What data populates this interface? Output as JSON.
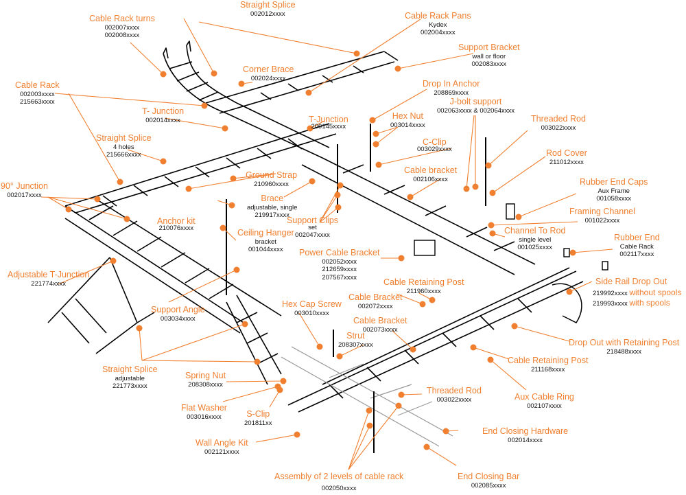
{
  "diagram": {
    "subject": "Cable rack system exploded isometric assembly",
    "accent_color": "#f07f2f",
    "text_color": "#111111",
    "line_color": "#000000"
  },
  "labels": {
    "cable_rack_turns": {
      "title": "Cable Rack turns",
      "lines": [
        "002007xxxx",
        "002008xxxx"
      ]
    },
    "straight_splice_top": {
      "title": "Straight Splice",
      "lines": [
        "002012xxxx"
      ]
    },
    "cable_rack_pans": {
      "title": "Cable Rack Pans",
      "lines": [
        "Kydex",
        "002004xxxx"
      ]
    },
    "support_bracket": {
      "title": "Support Bracket",
      "lines": [
        "wall or floor",
        "002083xxxx"
      ]
    },
    "cable_rack": {
      "title": "Cable Rack",
      "lines": [
        "002003xxxx",
        "215663xxxx"
      ]
    },
    "corner_brace": {
      "title": "Corner Brace",
      "lines": [
        "002024xxxx"
      ]
    },
    "drop_in_anchor": {
      "title": "Drop In Anchor",
      "lines": [
        "208869xxxx"
      ]
    },
    "t_junction_left": {
      "title": "T- Junction",
      "lines": [
        "002014xxxx"
      ]
    },
    "t_junction_mid": {
      "title": "T-Junction",
      "lines": [
        "209145xxxx"
      ]
    },
    "hex_nut": {
      "title": "Hex Nut",
      "lines": [
        "003014xxxx"
      ]
    },
    "j_bolt_support": {
      "title": "J-bolt support",
      "lines": [
        "002063xxxx & 002064xxxx"
      ]
    },
    "threaded_rod_top": {
      "title": "Threaded Rod",
      "lines": [
        "003022xxxx"
      ]
    },
    "straight_splice_4holes": {
      "title": "Straight Splice",
      "lines": [
        "4 holes",
        "215666xxxx"
      ]
    },
    "c_clip": {
      "title": "C-Clip",
      "lines": [
        "003029xxxx"
      ]
    },
    "rod_cover": {
      "title": "Rod Cover",
      "lines": [
        "211012xxxx"
      ]
    },
    "cable_bracket_top": {
      "title": "Cable bracket",
      "lines": [
        "002106xxxx"
      ]
    },
    "ground_strap": {
      "title": "Ground Strap",
      "lines": [
        "210960xxxx"
      ]
    },
    "junction_90": {
      "title": "90° Junction",
      "lines": [
        "002017xxxx"
      ]
    },
    "brace": {
      "title": "Brace",
      "lines": [
        "adjustable, single",
        "219917xxxx"
      ]
    },
    "rubber_end_caps": {
      "title": "Rubber End Caps",
      "lines": [
        "Aux Frame",
        "001058xxxx"
      ]
    },
    "framing_channel": {
      "title": "Framing Channel",
      "lines": [
        "001022xxxx"
      ]
    },
    "anchor_kit": {
      "title": "Anchor kit",
      "lines": [
        "210076xxxx"
      ]
    },
    "support_clips": {
      "title": "Support Clips",
      "lines": [
        "set",
        "002047xxxx"
      ]
    },
    "channel_to_rod": {
      "title": "Channel To Rod",
      "lines": [
        "single level",
        "001025xxxx"
      ]
    },
    "ceiling_hanger": {
      "title": "Ceiling Hanger",
      "lines": [
        "bracket",
        "001044xxxx"
      ]
    },
    "rubber_end": {
      "title": "Rubber End",
      "lines": [
        "Cable Rack",
        "002117xxxx"
      ]
    },
    "power_cable_bracket": {
      "title": "Power Cable Bracket",
      "lines": [
        "002052xxxx",
        "212659xxxx",
        "207567xxxx"
      ]
    },
    "adjustable_t_junction": {
      "title": "Adjustable T-Junction",
      "lines": [
        "221774xxxx"
      ]
    },
    "cable_retaining_post_top": {
      "title": "Cable Retaining Post",
      "lines": [
        "211960xxxx"
      ]
    },
    "side_rail_drop_out": {
      "title": "Side Rail Drop Out",
      "rows": [
        {
          "code": "219992xxxx",
          "note": "without spools"
        },
        {
          "code": "219993xxxx",
          "note": "with spools"
        }
      ]
    },
    "cable_bracket_2072": {
      "title": "Cable Bracket",
      "lines": [
        "002072xxxx"
      ]
    },
    "support_angle": {
      "title": "Support Angle",
      "lines": [
        "003034xxxx"
      ]
    },
    "hex_cap_screw": {
      "title": "Hex Cap Screw",
      "lines": [
        "003010xxxx"
      ]
    },
    "cable_bracket_2073": {
      "title": "Cable Bracket",
      "lines": [
        "002073xxxx"
      ]
    },
    "drop_out_retaining_post": {
      "title": "Drop Out with Retaining Post",
      "lines": [
        "218488xxxx"
      ]
    },
    "strut": {
      "title": "Strut",
      "lines": [
        "208307xxxx"
      ]
    },
    "cable_retaining_post_bottom": {
      "title": "Cable Retaining Post",
      "lines": [
        "211168xxxx"
      ]
    },
    "straight_splice_adjustable": {
      "title": "Straight Splice",
      "lines": [
        "adjustable",
        "221773xxxx"
      ]
    },
    "spring_nut": {
      "title": "Spring Nut",
      "lines": [
        "208308xxxx"
      ]
    },
    "threaded_rod_bottom": {
      "title": "Threaded Rod",
      "lines": [
        "003022xxxx"
      ]
    },
    "aux_cable_ring": {
      "title": "Aux Cable Ring",
      "lines": [
        "002107xxxx"
      ]
    },
    "flat_washer": {
      "title": "Flat Washer",
      "lines": [
        "003016xxxx"
      ]
    },
    "s_clip": {
      "title": "S-Clip",
      "lines": [
        "201811xx"
      ]
    },
    "end_closing_hardware": {
      "title": "End Closing Hardware",
      "lines": [
        "002014xxxx"
      ]
    },
    "wall_angle_kit": {
      "title": "Wall Angle Kit",
      "lines": [
        "002121xxxx"
      ]
    },
    "assembly_2_levels": {
      "title": "Assembly of 2 levels of cable rack",
      "lines": [
        "002050xxxx"
      ]
    },
    "end_closing_bar": {
      "title": "End Closing Bar",
      "lines": [
        "002085xxxx"
      ]
    }
  }
}
